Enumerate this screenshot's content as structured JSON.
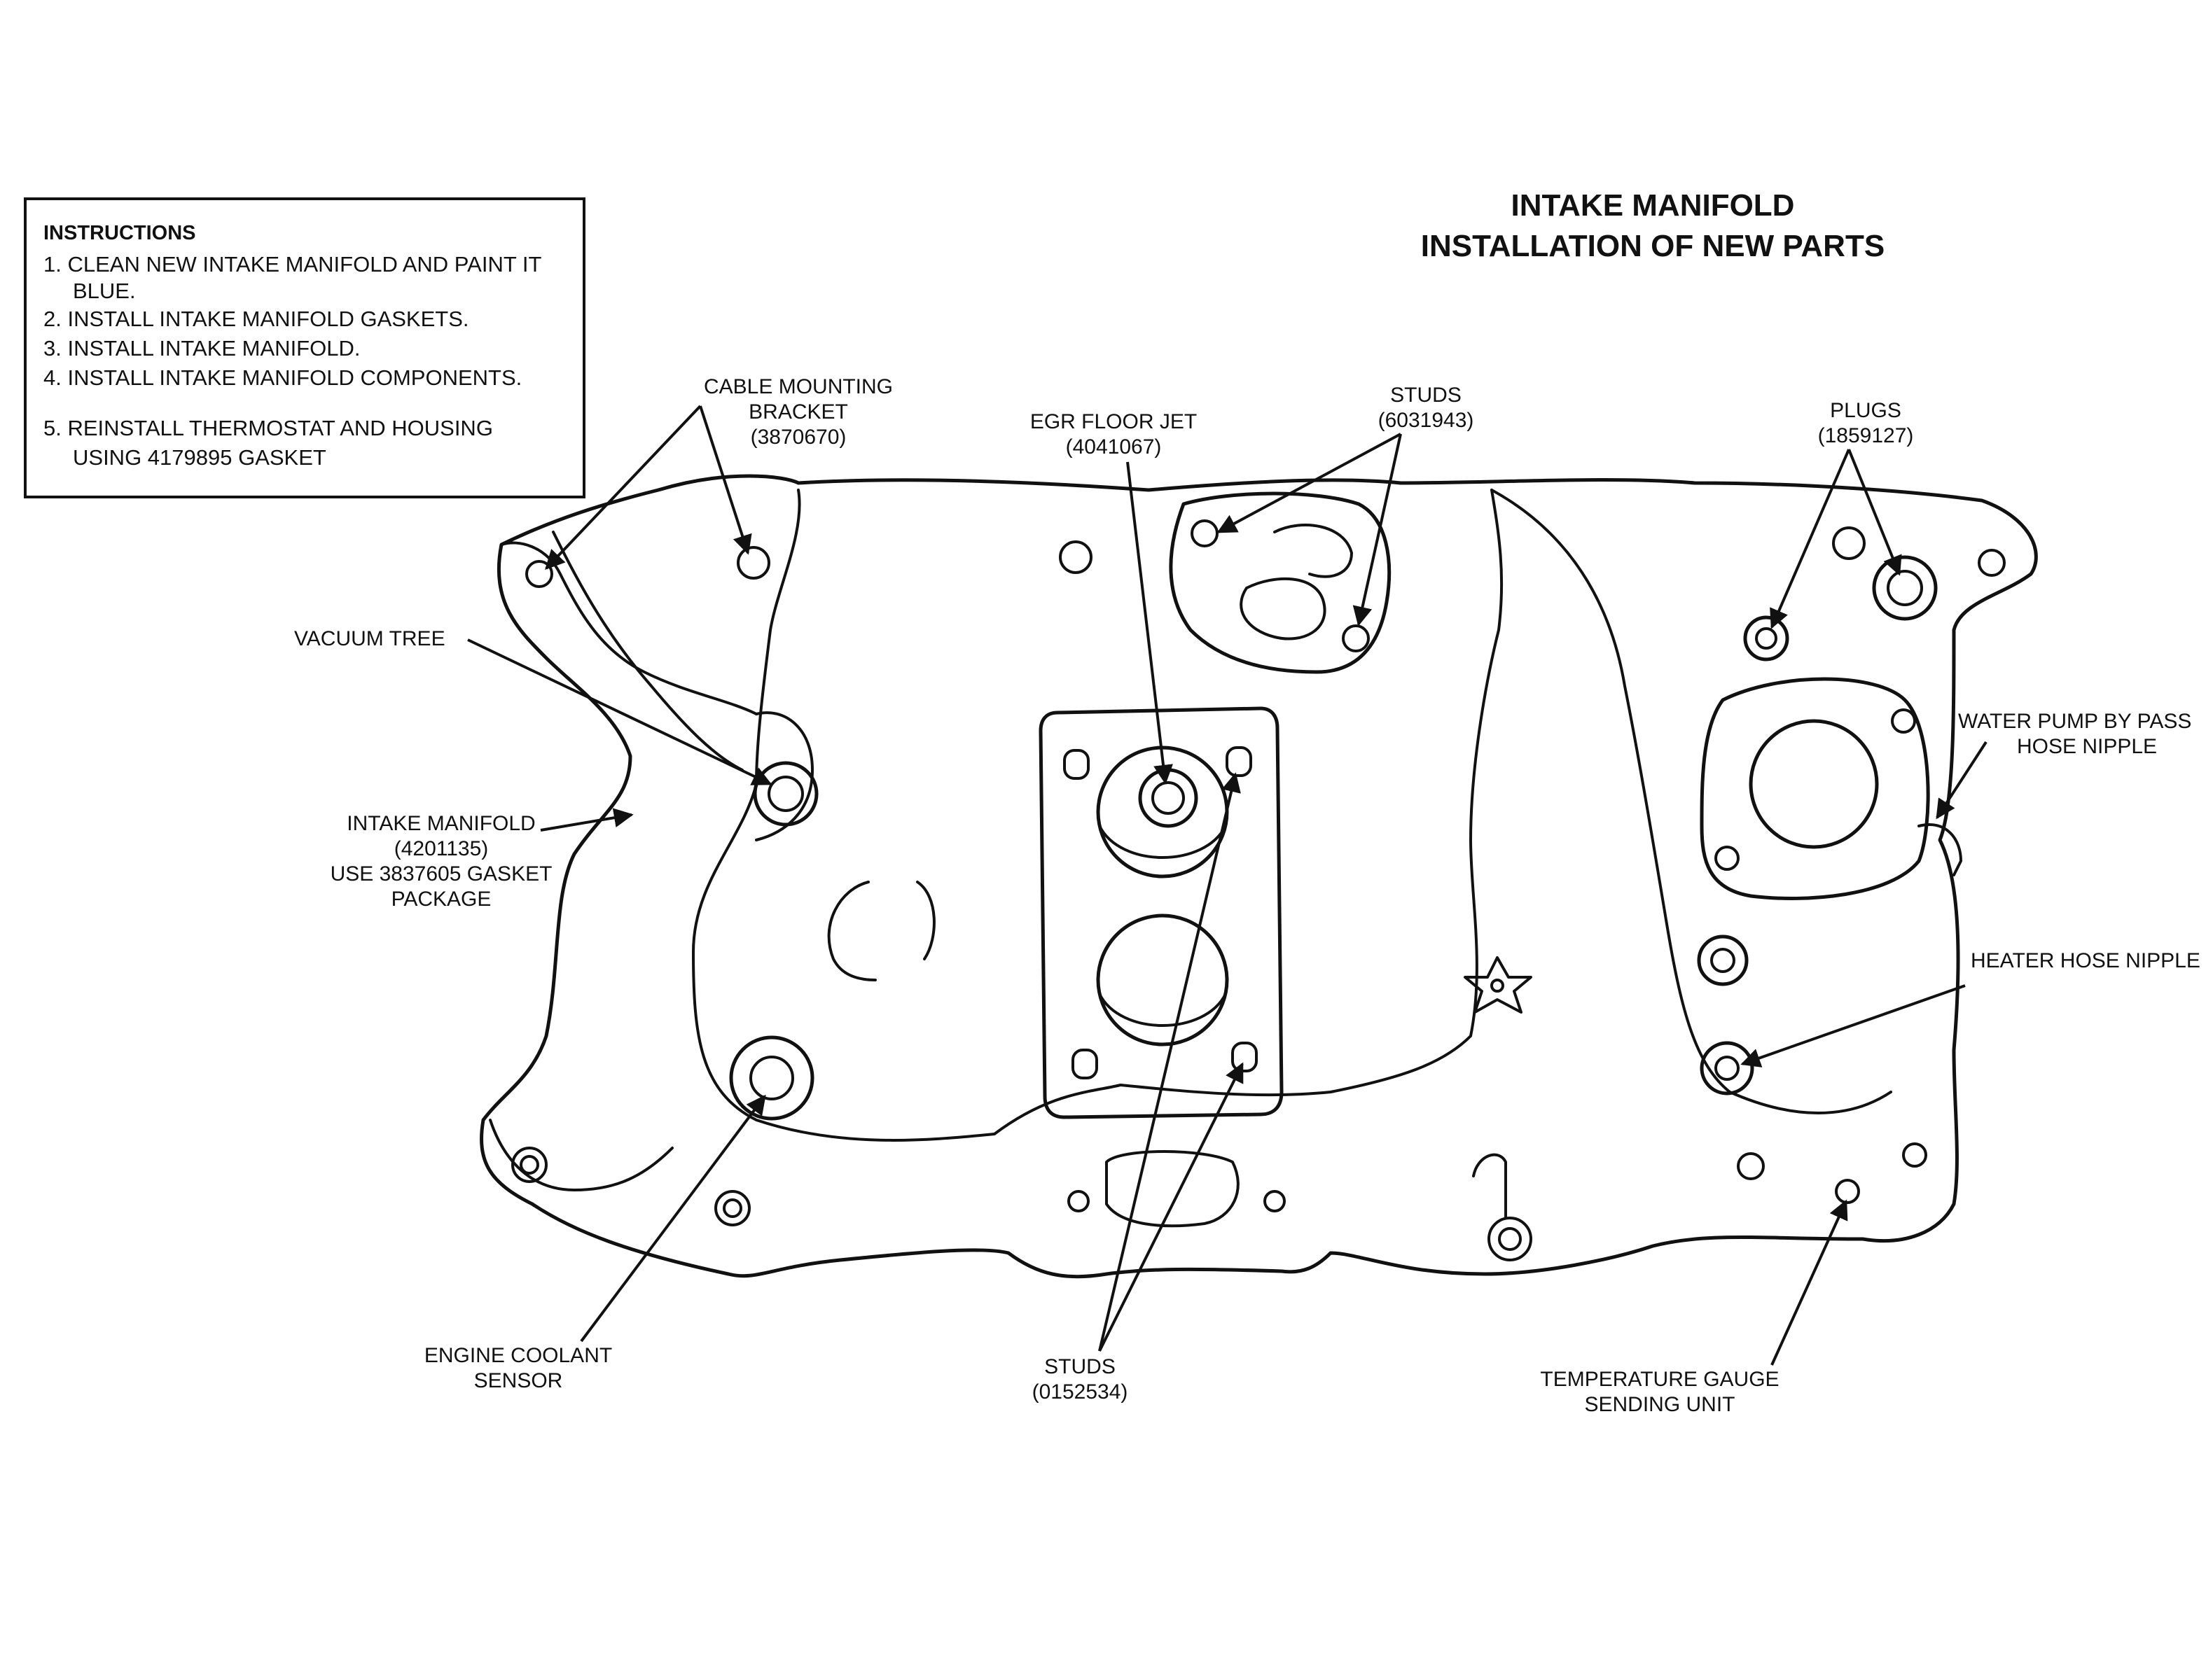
{
  "title": {
    "line1": "INTAKE MANIFOLD",
    "line2": "INSTALLATION OF NEW PARTS"
  },
  "instructions": {
    "heading": "INSTRUCTIONS",
    "steps": [
      "1. CLEAN NEW INTAKE MANIFOLD AND PAINT IT",
      "BLUE.",
      "2. INSTALL INTAKE MANIFOLD GASKETS.",
      "3. INSTALL INTAKE MANIFOLD.",
      "4. INSTALL INTAKE MANIFOLD COMPONENTS.",
      "5. REINSTALL THERMOSTAT AND HOUSING",
      "USING 4179895 GASKET"
    ]
  },
  "callouts": {
    "cable_bracket": [
      "CABLE MOUNTING",
      "BRACKET",
      "(3870670)"
    ],
    "egr_jet": [
      "EGR FLOOR JET",
      "(4041067)"
    ],
    "studs_top": [
      "STUDS",
      "(6031943)"
    ],
    "plugs": [
      "PLUGS",
      "(1859127)"
    ],
    "vacuum_tree": [
      "VACUUM TREE"
    ],
    "intake_manifold": [
      "INTAKE MANIFOLD",
      "(4201135)",
      "USE 3837605 GASKET",
      "PACKAGE"
    ],
    "water_pump": [
      "WATER PUMP BY PASS",
      "HOSE NIPPLE"
    ],
    "heater_hose": [
      "HEATER HOSE NIPPLE"
    ],
    "coolant_sensor": [
      "ENGINE COOLANT",
      "SENSOR"
    ],
    "studs_bottom": [
      "STUDS",
      "(0152534)"
    ],
    "temp_gauge": [
      "TEMPERATURE GAUGE",
      "SENDING UNIT"
    ]
  }
}
